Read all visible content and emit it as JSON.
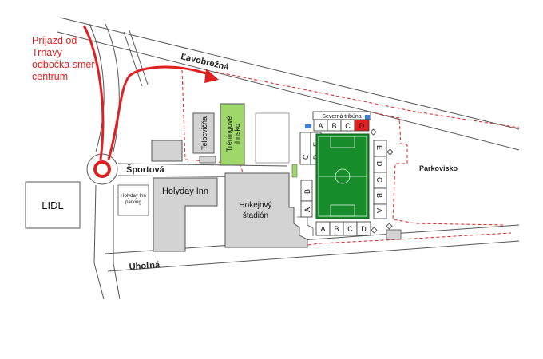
{
  "route": {
    "line1": "Príjazd od",
    "line2": "Trnavy",
    "line3": "odbočka smer",
    "line4": "centrum"
  },
  "streets": {
    "lavobrezna": "Ľavobrežná",
    "sportova": "Športová",
    "uholna": "Uhoľná"
  },
  "places": {
    "lidl": "LIDL",
    "holyday_inn": "Holyday Inn",
    "parking_line1": "Holyday Inn",
    "parking_line2": "parking",
    "telocvicna": "Telocvičňa",
    "trening_line1": "Tréningové",
    "trening_line2": "ihrisko",
    "hokej_line1": "Hokejový",
    "hokej_line2": "štadión",
    "parkovisko": "Parkovisko",
    "severna": "Severná tribúna"
  },
  "stands": {
    "north": [
      "A",
      "B",
      "C",
      "D"
    ],
    "south": [
      "A",
      "B",
      "C",
      "D"
    ],
    "west_upper": [
      "C",
      "D",
      "E"
    ],
    "west_lower": [
      "A",
      "B"
    ],
    "east": [
      "E",
      "D",
      "C",
      "B",
      "A"
    ]
  },
  "colors": {
    "route": "#e02020",
    "building": "#d3d3d3",
    "training": "#9fd86a",
    "pitch": "#168c2a",
    "pitch_line": "#e8f5e8",
    "highlight_stand": "#e02020",
    "accent": "#3d7fd9"
  }
}
